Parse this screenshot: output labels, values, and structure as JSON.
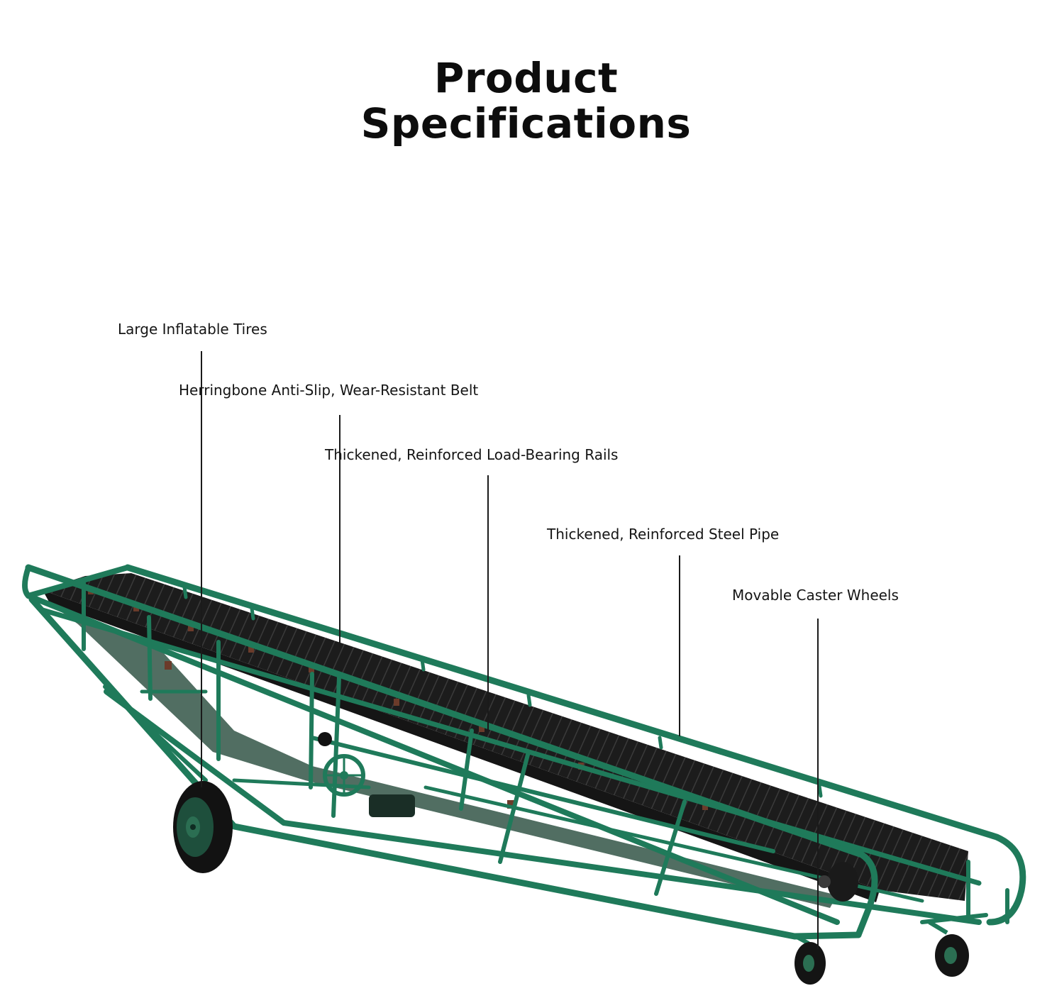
{
  "header": {
    "title_line1": "Product",
    "title_line2": "Specifications"
  },
  "callouts": [
    {
      "label": "Large Inflatable Tires"
    },
    {
      "label": "Herringbone Anti-Slip, Wear-Resistant Belt"
    },
    {
      "label": "Thickened, Reinforced Load-Bearing Rails"
    },
    {
      "label": "Thickened, Reinforced Steel Pipe"
    },
    {
      "label": "Movable Caster Wheels"
    }
  ],
  "colors": {
    "frame_green": "#1f7a5a",
    "frame_green_dark": "#14543d",
    "belt_black": "#1c1c1c",
    "tire_black": "#121212",
    "hub_green": "#2b6e52"
  },
  "illustration": {
    "subject": "conveyor-belt-machine-icon"
  }
}
